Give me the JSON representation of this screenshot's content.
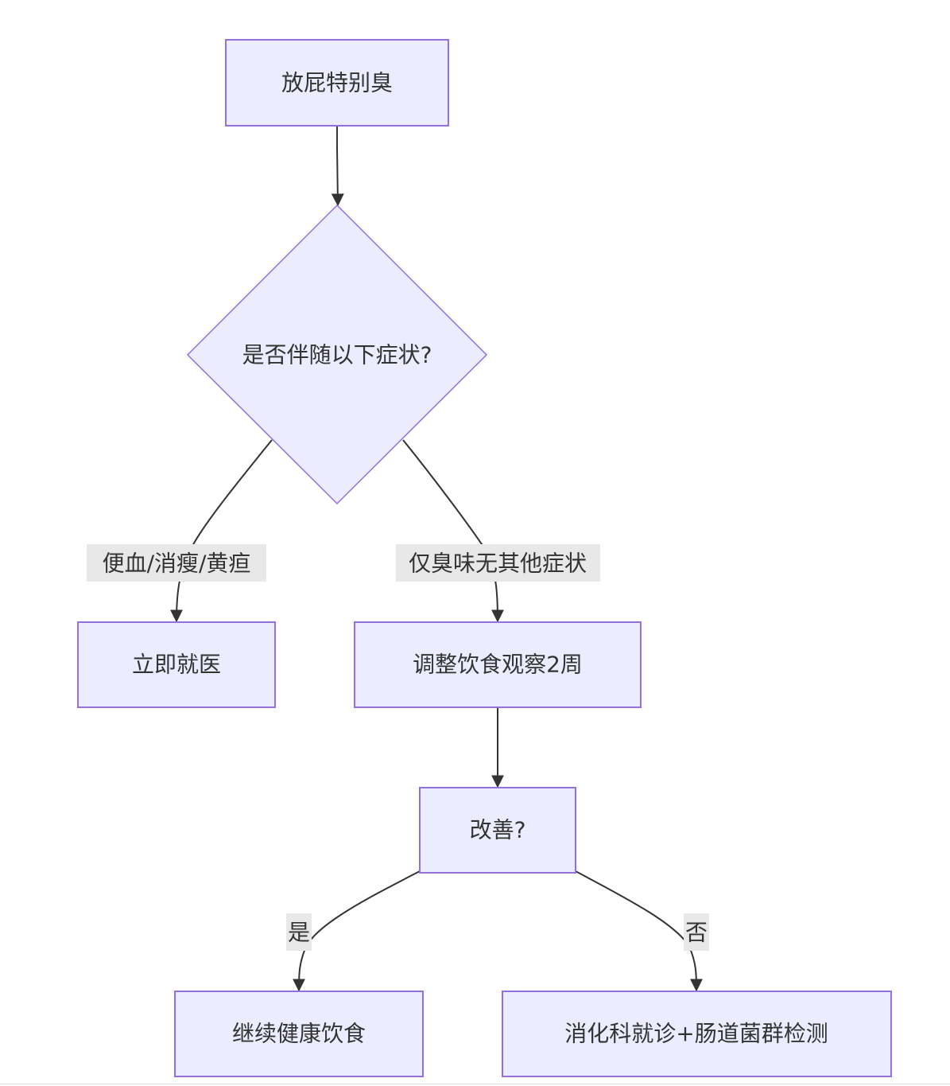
{
  "diagram": {
    "type": "flowchart",
    "colors": {
      "node_fill": "#ECECFF",
      "node_stroke": "#9370DB",
      "edge": "#333333",
      "label_bg": "#E8E8E8",
      "text": "#333333"
    },
    "nodes": {
      "start": "放屁特别臭",
      "decision": "是否伴随以下症状?",
      "see_doctor": "立即就医",
      "adjust_diet": "调整饮食观察2周",
      "improved": "改善?",
      "continue_diet": "继续健康饮食",
      "gastro": "消化科就诊+肠道菌群检测"
    },
    "edge_labels": {
      "severe": "便血/消瘦/黄疸",
      "smell_only": "仅臭味无其他症状",
      "yes": "是",
      "no": "否"
    },
    "edges": [
      {
        "from": "start",
        "to": "decision",
        "label": ""
      },
      {
        "from": "decision",
        "to": "see_doctor",
        "label": "便血/消瘦/黄疸"
      },
      {
        "from": "decision",
        "to": "adjust_diet",
        "label": "仅臭味无其他症状"
      },
      {
        "from": "adjust_diet",
        "to": "improved",
        "label": ""
      },
      {
        "from": "improved",
        "to": "continue_diet",
        "label": "是"
      },
      {
        "from": "improved",
        "to": "gastro",
        "label": "否"
      }
    ]
  }
}
